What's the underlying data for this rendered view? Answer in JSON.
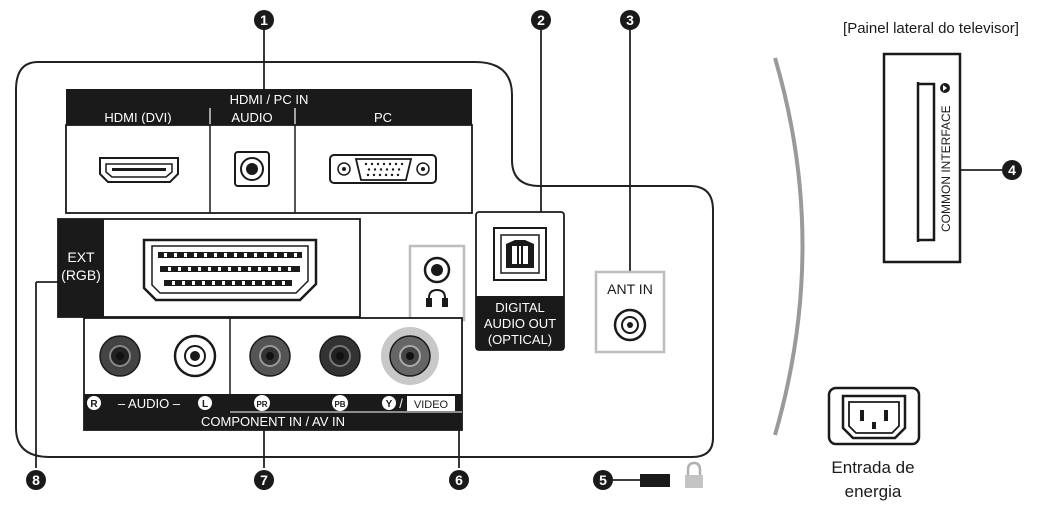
{
  "side_panel_caption": "[Painel lateral do televisor]",
  "callouts": [
    "1",
    "2",
    "3",
    "4",
    "5",
    "6",
    "7",
    "8"
  ],
  "hdmi_pc_in": {
    "header": "HDMI / PC IN",
    "cols": [
      "HDMI (DVI)",
      "AUDIO",
      "PC"
    ]
  },
  "digital_audio_out": [
    "DIGITAL",
    "AUDIO OUT",
    "(OPTICAL)"
  ],
  "ant_in": "ANT IN",
  "ext_rgb": [
    "EXT",
    "(RGB)"
  ],
  "component": {
    "r": "R",
    "audio": "– AUDIO –",
    "l": "L",
    "pr": "PR",
    "pb": "PB",
    "y": "Y",
    "slash": "/",
    "video": "VIDEO",
    "footer": "COMPONENT IN / AV IN"
  },
  "common_interface": "COMMON INTERFACE",
  "power": [
    "Entrada de",
    "energia"
  ],
  "colors": {
    "ink": "#1a1a1a",
    "panel_line": "#222222",
    "outline_gray": "#bdbdbd",
    "divider_gray": "#9a9a9a"
  }
}
